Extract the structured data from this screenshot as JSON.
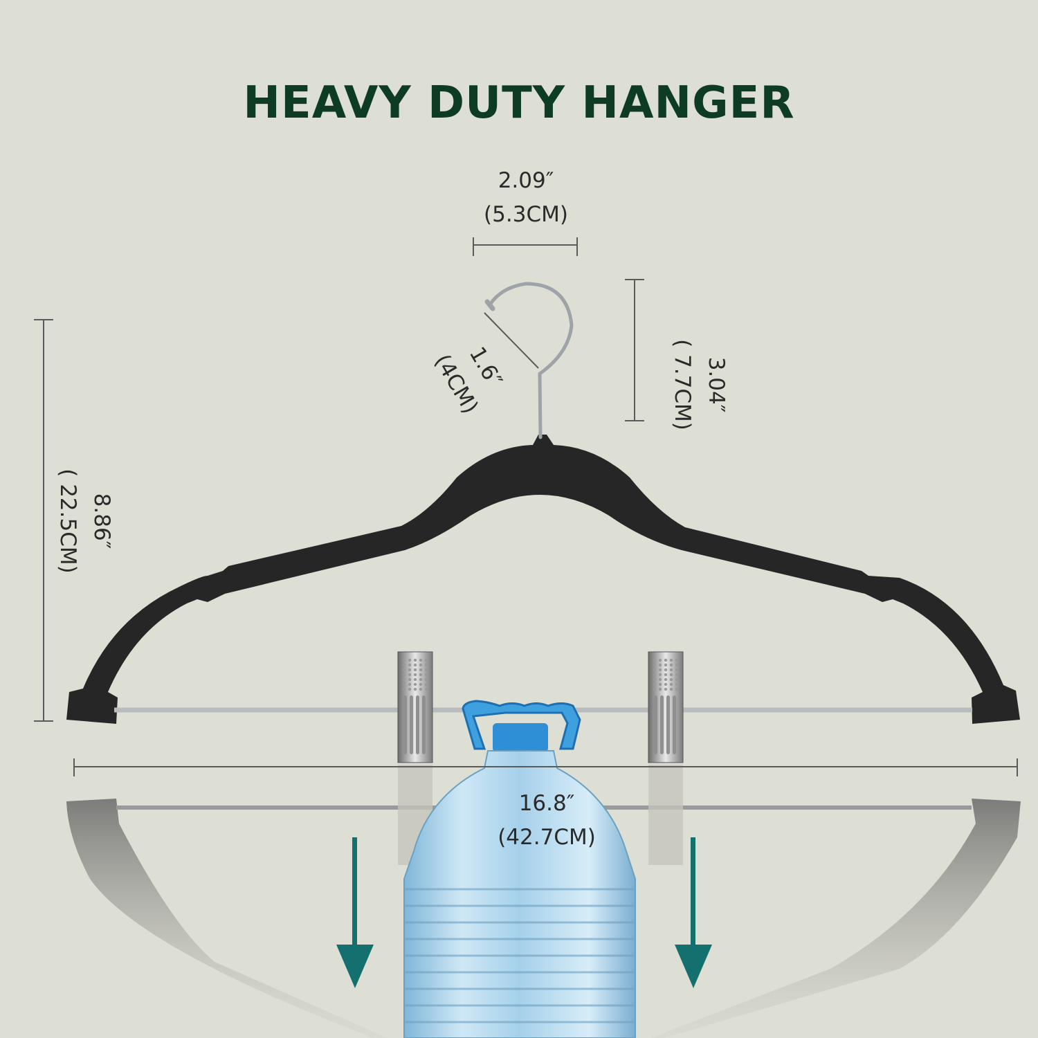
{
  "title": "HEAVY DUTY HANGER",
  "colors": {
    "background": "#dedfd4",
    "title": "#0d3b24",
    "hanger": "#262626",
    "arrow": "#14706e",
    "bottle_cap": "#2f8fd6",
    "bottle_body": "#a9d3ec"
  },
  "dimensions": {
    "hook_width": {
      "imperial": "2.09″",
      "metric": "(5.3CM)"
    },
    "hook_diameter": {
      "imperial": "1.6″",
      "metric": "(4CM)"
    },
    "hook_height": {
      "imperial": "3.04″",
      "metric": "( 7.7CM)"
    },
    "hanger_height": {
      "imperial": "8.86″",
      "metric": "( 22.5CM)"
    },
    "hanger_width": {
      "imperial": "16.8″",
      "metric": "(42.7CM)"
    }
  },
  "icons": [
    "hanger-illustration",
    "hook-icon",
    "clip-icon",
    "water-bottle-icon",
    "down-arrow-icon"
  ]
}
